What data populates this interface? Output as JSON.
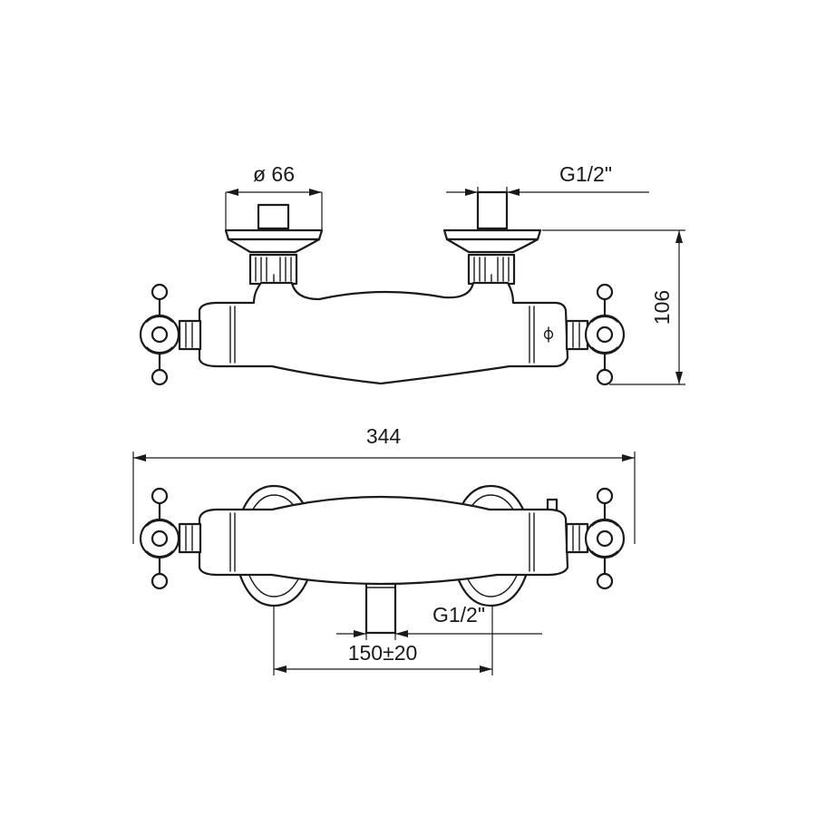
{
  "drawing": {
    "top_view": {
      "diameter_label": "ø 66",
      "thread_label": "G1/2\"",
      "height_label": "106"
    },
    "front_view": {
      "width_label": "344",
      "thread_label": "G1/2\"",
      "center_distance_label": "150±20"
    }
  }
}
